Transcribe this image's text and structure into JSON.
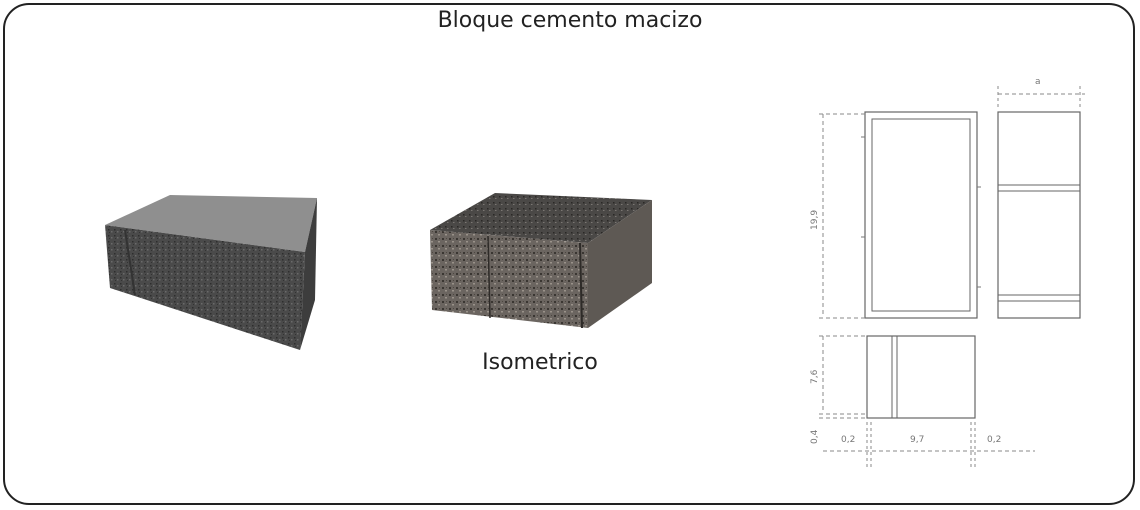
{
  "title": "Bloque cemento macizo",
  "isometric_caption": "Isometrico",
  "dimensions": {
    "height": "19,9",
    "width_top": "a",
    "depth": "7,6",
    "base_gap": "0,4",
    "left_margin": "0,2",
    "inner_width": "9,7",
    "right_margin": "0,2"
  },
  "colors": {
    "frame": "#222222",
    "block_top": "#8f8f8f",
    "block_side": "#4a4a4a",
    "dimension_line": "#888888"
  }
}
